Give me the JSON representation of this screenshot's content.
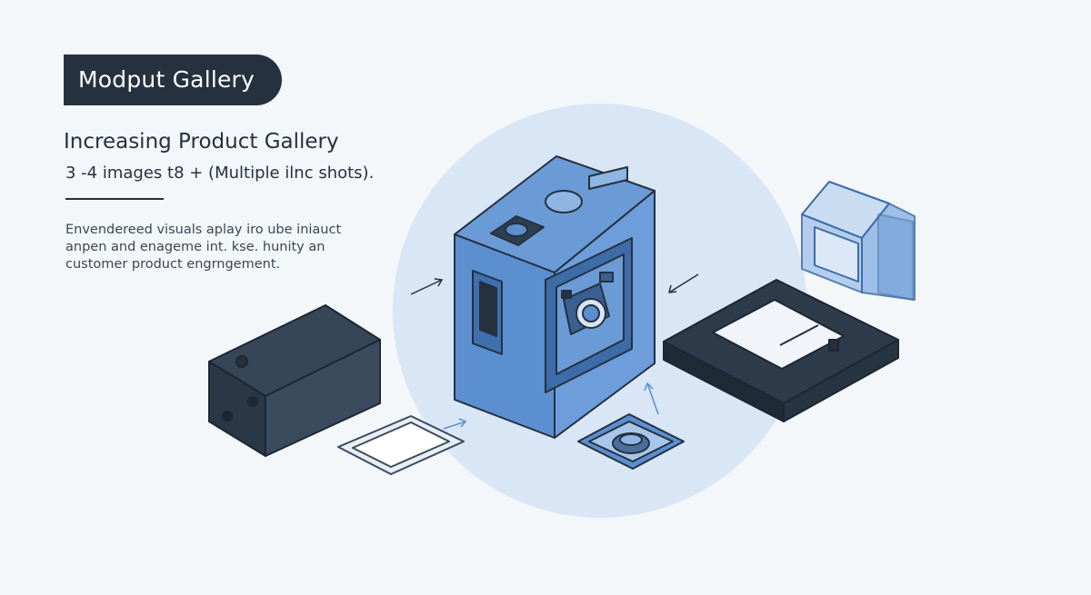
{
  "header": {
    "badge": "Modput Gallery",
    "title": "Increasing Product Gallery",
    "subtitle": "3 -4 images t8 + (Multiple ilnc shots)."
  },
  "description": {
    "lines": [
      "Envendereed visuals aplay iro ube iniauct",
      "anpen and enageme int. kse. hunity an",
      "customer product engrngement."
    ]
  },
  "colors": {
    "background": "#f4f7fa",
    "dark": "#25313f",
    "accent_blue": "#5b8fd0",
    "halo": "#d8e6f5"
  },
  "icons": [
    "central-camera-module",
    "battery-pack",
    "glass-case",
    "dock-plate",
    "screen-protector",
    "lens-mount-plate",
    "arrow-icon"
  ]
}
